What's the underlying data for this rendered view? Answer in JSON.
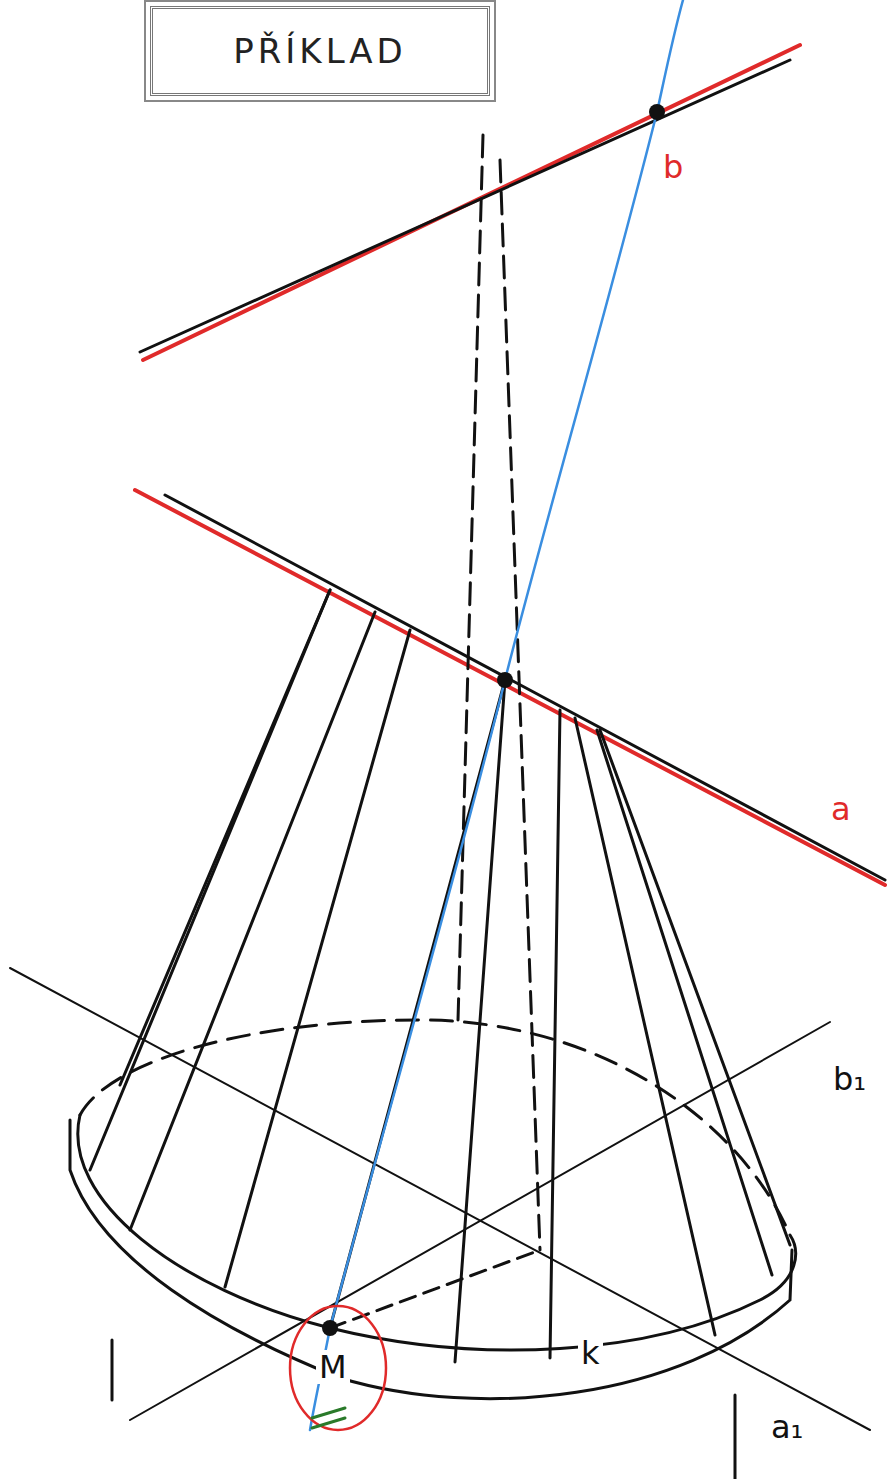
{
  "diagram": {
    "nodes": [
      {
        "text": [
          "PŘÍKLAD"
        ]
      }
    ],
    "edges": [],
    "labels": [
      "b",
      "a",
      "b₁",
      "k",
      "a₁",
      "M"
    ]
  }
}
